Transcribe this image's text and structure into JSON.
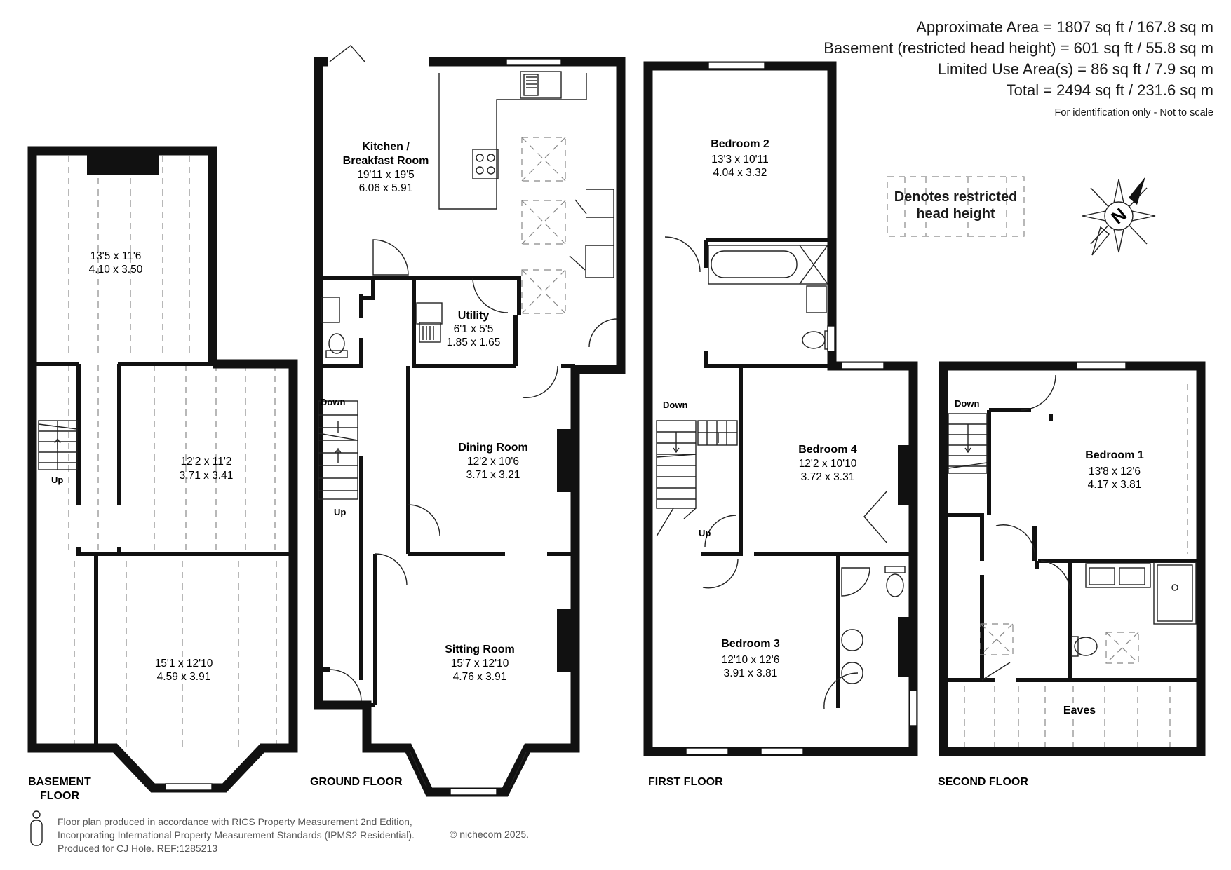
{
  "summary": {
    "approx_area": "Approximate Area = 1807 sq ft / 167.8 sq m",
    "basement": "Basement (restricted head height) = 601 sq ft / 55.8 sq m",
    "limited_use": "Limited Use Area(s) = 86 sq ft / 7.9 sq m",
    "total": "Total = 2494 sq ft / 231.6 sq m",
    "disclaimer": "For identification only - Not to scale"
  },
  "legend": {
    "line1": "Denotes restricted",
    "line2": "head height"
  },
  "compass": {
    "icon": "north-compass-icon",
    "letter": "N"
  },
  "floors": {
    "basement": {
      "label_line1": "BASEMENT",
      "label_line2": "FLOOR",
      "rooms": [
        {
          "dim_imp": "13'5 x 11'6",
          "dim_met": "4.10 x 3.50"
        },
        {
          "dim_imp": "12'2 x 11'2",
          "dim_met": "3.71 x 3.41"
        },
        {
          "dim_imp": "15'1 x 12'10",
          "dim_met": "4.59 x 3.91"
        }
      ],
      "stair_label": "Up"
    },
    "ground": {
      "label": "GROUND FLOOR",
      "rooms": [
        {
          "name_line1": "Kitchen /",
          "name_line2": "Breakfast Room",
          "dim_imp": "19'11 x 19'5",
          "dim_met": "6.06 x 5.91"
        },
        {
          "name": "Utility",
          "dim_imp": "6'1 x 5'5",
          "dim_met": "1.85 x 1.65"
        },
        {
          "name": "Dining Room",
          "dim_imp": "12'2 x 10'6",
          "dim_met": "3.71 x 3.21"
        },
        {
          "name": "Sitting Room",
          "dim_imp": "15'7 x 12'10",
          "dim_met": "4.76 x 3.91"
        }
      ],
      "stair_down": "Down",
      "stair_up": "Up"
    },
    "first": {
      "label": "FIRST FLOOR",
      "rooms": [
        {
          "name": "Bedroom 2",
          "dim_imp": "13'3 x 10'11",
          "dim_met": "4.04 x 3.32"
        },
        {
          "name": "Bedroom 4",
          "dim_imp": "12'2 x 10'10",
          "dim_met": "3.72 x 3.31"
        },
        {
          "name": "Bedroom 3",
          "dim_imp": "12'10 x 12'6",
          "dim_met": "3.91 x 3.81"
        }
      ],
      "stair_down": "Down",
      "stair_up": "Up"
    },
    "second": {
      "label": "SECOND FLOOR",
      "rooms": [
        {
          "name": "Bedroom 1",
          "dim_imp": "13'8 x 12'6",
          "dim_met": "4.17 x 3.81"
        },
        {
          "name": "Eaves"
        }
      ],
      "stair_down": "Down"
    }
  },
  "footer": {
    "line1": "Floor plan produced in accordance with RICS Property Measurement 2nd Edition,",
    "line2": "Incorporating International Property Measurement Standards (IPMS2 Residential).",
    "line3": "Produced for CJ Hole.   REF:1285213",
    "copyright": "© nichecom 2025.",
    "icon": "person-scale-icon"
  }
}
